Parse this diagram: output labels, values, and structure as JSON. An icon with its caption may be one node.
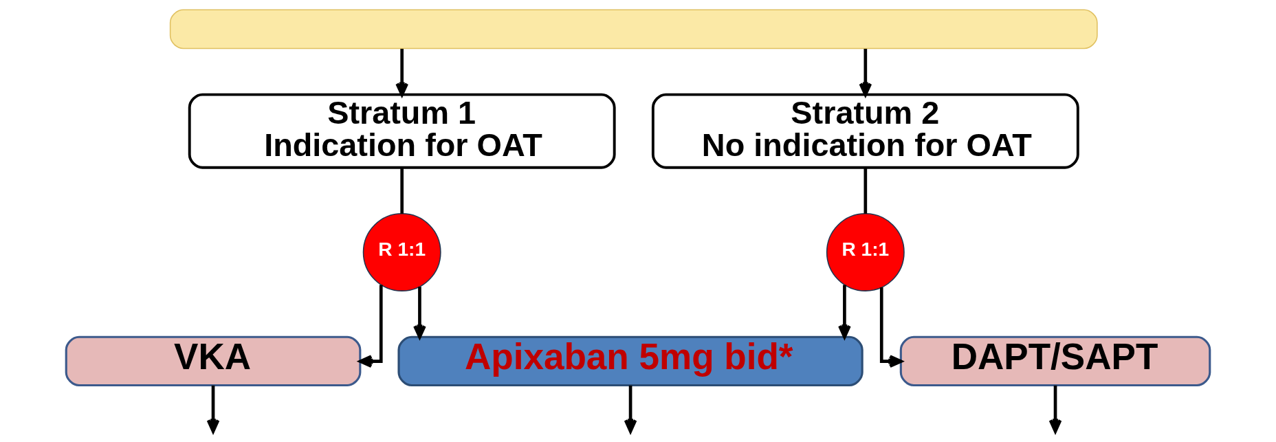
{
  "diagram": {
    "nodes": [
      {
        "text": [],
        "shape": "box"
      },
      {
        "text": [
          "Stratum 1",
          "Indication for OAT"
        ]
      },
      {
        "text": [
          "Stratum 2",
          "No indication for OAT"
        ]
      },
      {
        "text": [
          "R 1:1"
        ]
      },
      {
        "text": [
          "R 1:1"
        ]
      },
      {
        "text": [
          "VKA"
        ]
      },
      {
        "text": [
          "Apixaban 5mg bid*"
        ]
      },
      {
        "text": [
          "DAPT/SAPT"
        ]
      }
    ],
    "edges": [
      {
        "from": 0,
        "to": 1,
        "arrow": "to"
      },
      {
        "from": 0,
        "to": 2,
        "arrow": "to"
      },
      {
        "from": 1,
        "to": 3,
        "arrow": "none"
      },
      {
        "from": 3,
        "to": 5,
        "arrow": "to"
      },
      {
        "from": 3,
        "to": 6,
        "arrow": "to"
      },
      {
        "from": 2,
        "to": 4,
        "arrow": "none"
      },
      {
        "from": 4,
        "to": 6,
        "arrow": "to"
      },
      {
        "from": 4,
        "to": 7,
        "arrow": "to"
      },
      {
        "from": 5,
        "to": null,
        "arrow": "to"
      },
      {
        "from": 6,
        "to": null,
        "arrow": "to"
      },
      {
        "from": 7,
        "to": null,
        "arrow": "to"
      }
    ]
  }
}
